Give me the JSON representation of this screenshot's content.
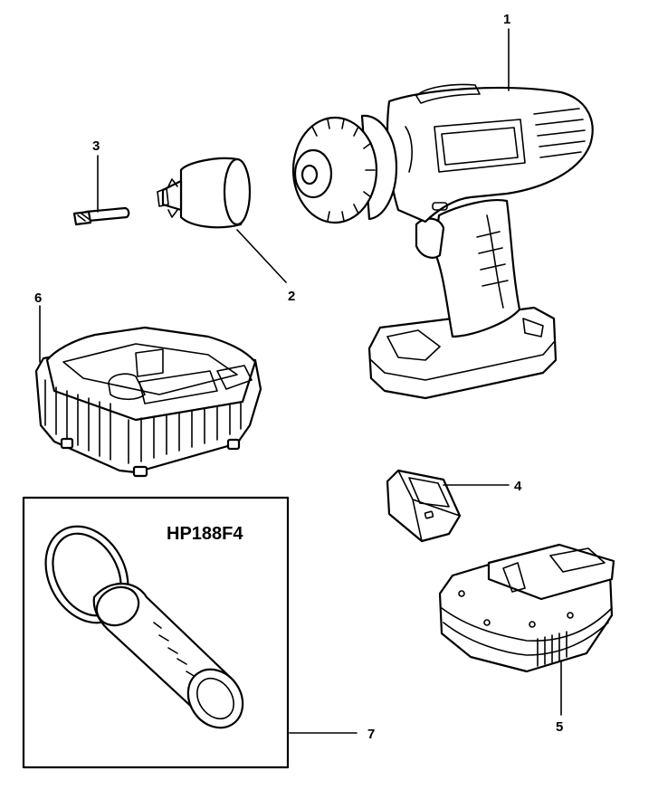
{
  "callouts": [
    {
      "id": "1",
      "label": "1"
    },
    {
      "id": "2",
      "label": "2"
    },
    {
      "id": "3",
      "label": "3"
    },
    {
      "id": "4",
      "label": "4"
    },
    {
      "id": "5",
      "label": "5"
    },
    {
      "id": "6",
      "label": "6"
    },
    {
      "id": "7",
      "label": "7"
    }
  ],
  "inset": {
    "model_label": "HP188F4"
  }
}
